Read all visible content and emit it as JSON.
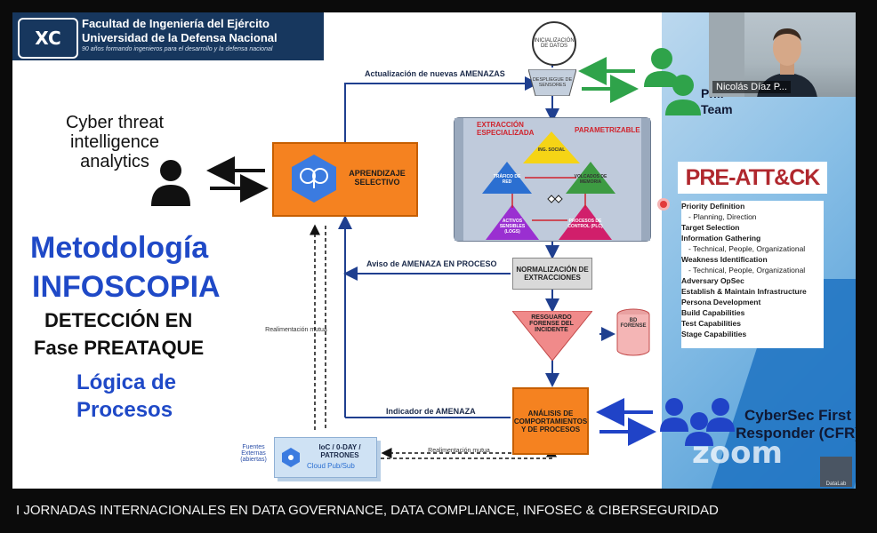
{
  "header": {
    "logo": "XC",
    "line1": "Facultad de Ingeniería del Ejército",
    "line2": "Universidad de la Defensa Nacional",
    "tagline": "90 años formando ingenieros para el desarrollo y la defensa nacional"
  },
  "left": {
    "cti": "Cyber threat intelligence analytics",
    "title1": "Metodología",
    "title2": "INFOSCOPIA",
    "title3": "DETECCIÓN EN",
    "title4": "Fase PREATAQUE",
    "title5": "Lógica de",
    "title6": "Procesos"
  },
  "diagram": {
    "init": "INICIALIZACIÓN DE DATOS",
    "sensors": "DESPLIEGUE DE SENSORES",
    "update": "Actualización de nuevas AMENAZAS",
    "learning": "APRENDIZAJE SELECTIVO",
    "extract_title": "EXTRACCIÓN ESPECIALIZADA",
    "param": "PARAMETRIZABLE",
    "t_social": "ING. SOCIAL",
    "t_red": "TRÁFICO DE RED",
    "t_mem": "VOLCADOS DE MEMORIA",
    "t_logs": "ACTIVOS SENSIBLES (LOGS)",
    "t_plc": "PROCESOS DE CONTROL (PLC)",
    "aviso": "Aviso de AMENAZA EN PROCESO",
    "normal": "NORMALIZACIÓN DE EXTRACCIONES",
    "resguardo": "RESGUARDO FORENSE DEL INCIDENTE",
    "bd": "BD FORENSE",
    "realim1": "Realimentación mutua",
    "indicador": "Indicador de AMENAZA",
    "analisis": "ANÁLISIS DE COMPORTAMIENTOS Y DE PROCESOS",
    "fuentes": "Fuentes Externas (abiertas)",
    "ioc": "IoC / 0-DAY / PATRONES",
    "cloud": "Cloud Pub/Sub",
    "realim2": "Realimentación mutua"
  },
  "right": {
    "pteam": "Pr... Team",
    "pre": "PRE-ATT&CK",
    "items": [
      {
        "t": "Priority Definition",
        "ind": false
      },
      {
        "t": "-    Planning, Direction",
        "ind": true
      },
      {
        "t": "Target Selection",
        "ind": false
      },
      {
        "t": "Information Gathering",
        "ind": false
      },
      {
        "t": "-    Technical, People, Organizational",
        "ind": true
      },
      {
        "t": "Weakness Identification",
        "ind": false
      },
      {
        "t": "-    Technical, People, Organizational",
        "ind": true
      },
      {
        "t": "Adversary OpSec",
        "ind": false
      },
      {
        "t": "Establish & Maintain Infrastructure",
        "ind": false
      },
      {
        "t": "Persona Development",
        "ind": false
      },
      {
        "t": "Build Capabilities",
        "ind": false
      },
      {
        "t": "Test Capabilities",
        "ind": false
      },
      {
        "t": "Stage Capabilities",
        "ind": false
      }
    ],
    "fr": "CyberSec First Responder (CFR)",
    "zoom": "zoom",
    "datalab": "DataLab"
  },
  "video": {
    "name": "Nicolás Díaz P..."
  },
  "caption": "I JORNADAS INTERNACIONALES EN DATA GOVERNANCE, DATA COMPLIANCE, INFOSEC & CIBERSEGURIDAD",
  "colors": {
    "orange": "#f58220",
    "blue": "#1f49c7",
    "green": "#2fa34a",
    "navy": "#17375e"
  }
}
